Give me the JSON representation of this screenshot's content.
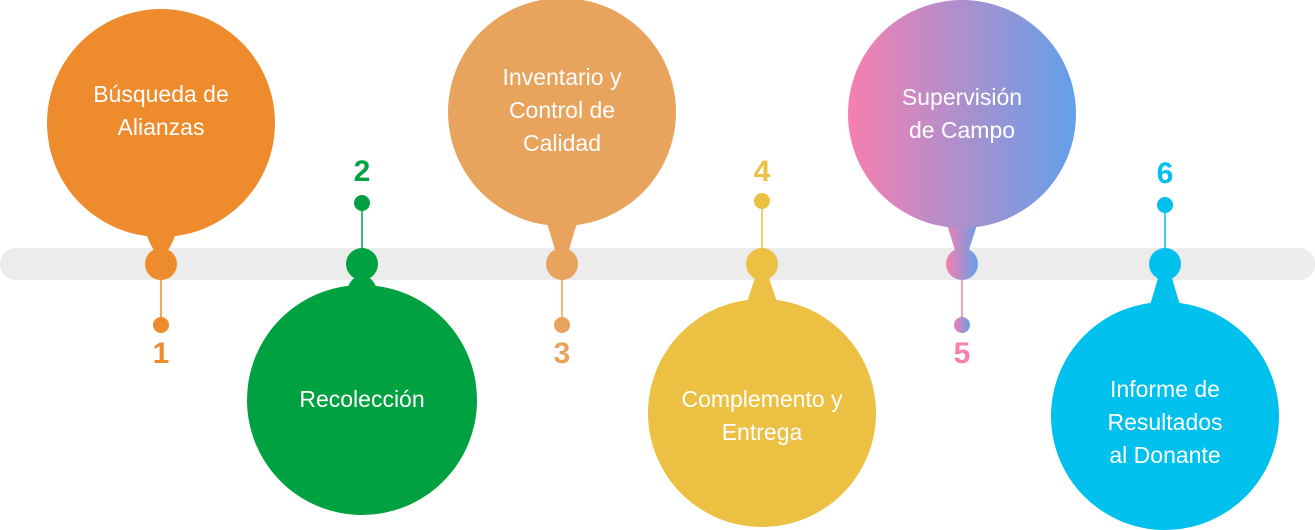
{
  "colors": {
    "track": "#ececec",
    "step1": "#ee8b2d",
    "step2": "#00a140",
    "step3": "#e8a35c",
    "step4": "#ecc043",
    "step5_start": "#f77fb0",
    "step5_end": "#62a0ea",
    "step6": "#00c0ee",
    "label_text": "#ffffff"
  },
  "steps": [
    {
      "number": "1",
      "label": "Búsqueda de\nAlianzas"
    },
    {
      "number": "2",
      "label": "Recolección"
    },
    {
      "number": "3",
      "label": "Inventario y\nControl de\nCalidad"
    },
    {
      "number": "4",
      "label": "Complemento y\nEntrega"
    },
    {
      "number": "5",
      "label": "Supervisión\nde Campo"
    },
    {
      "number": "6",
      "label": "Informe de\nResultados\nal Donante"
    }
  ]
}
